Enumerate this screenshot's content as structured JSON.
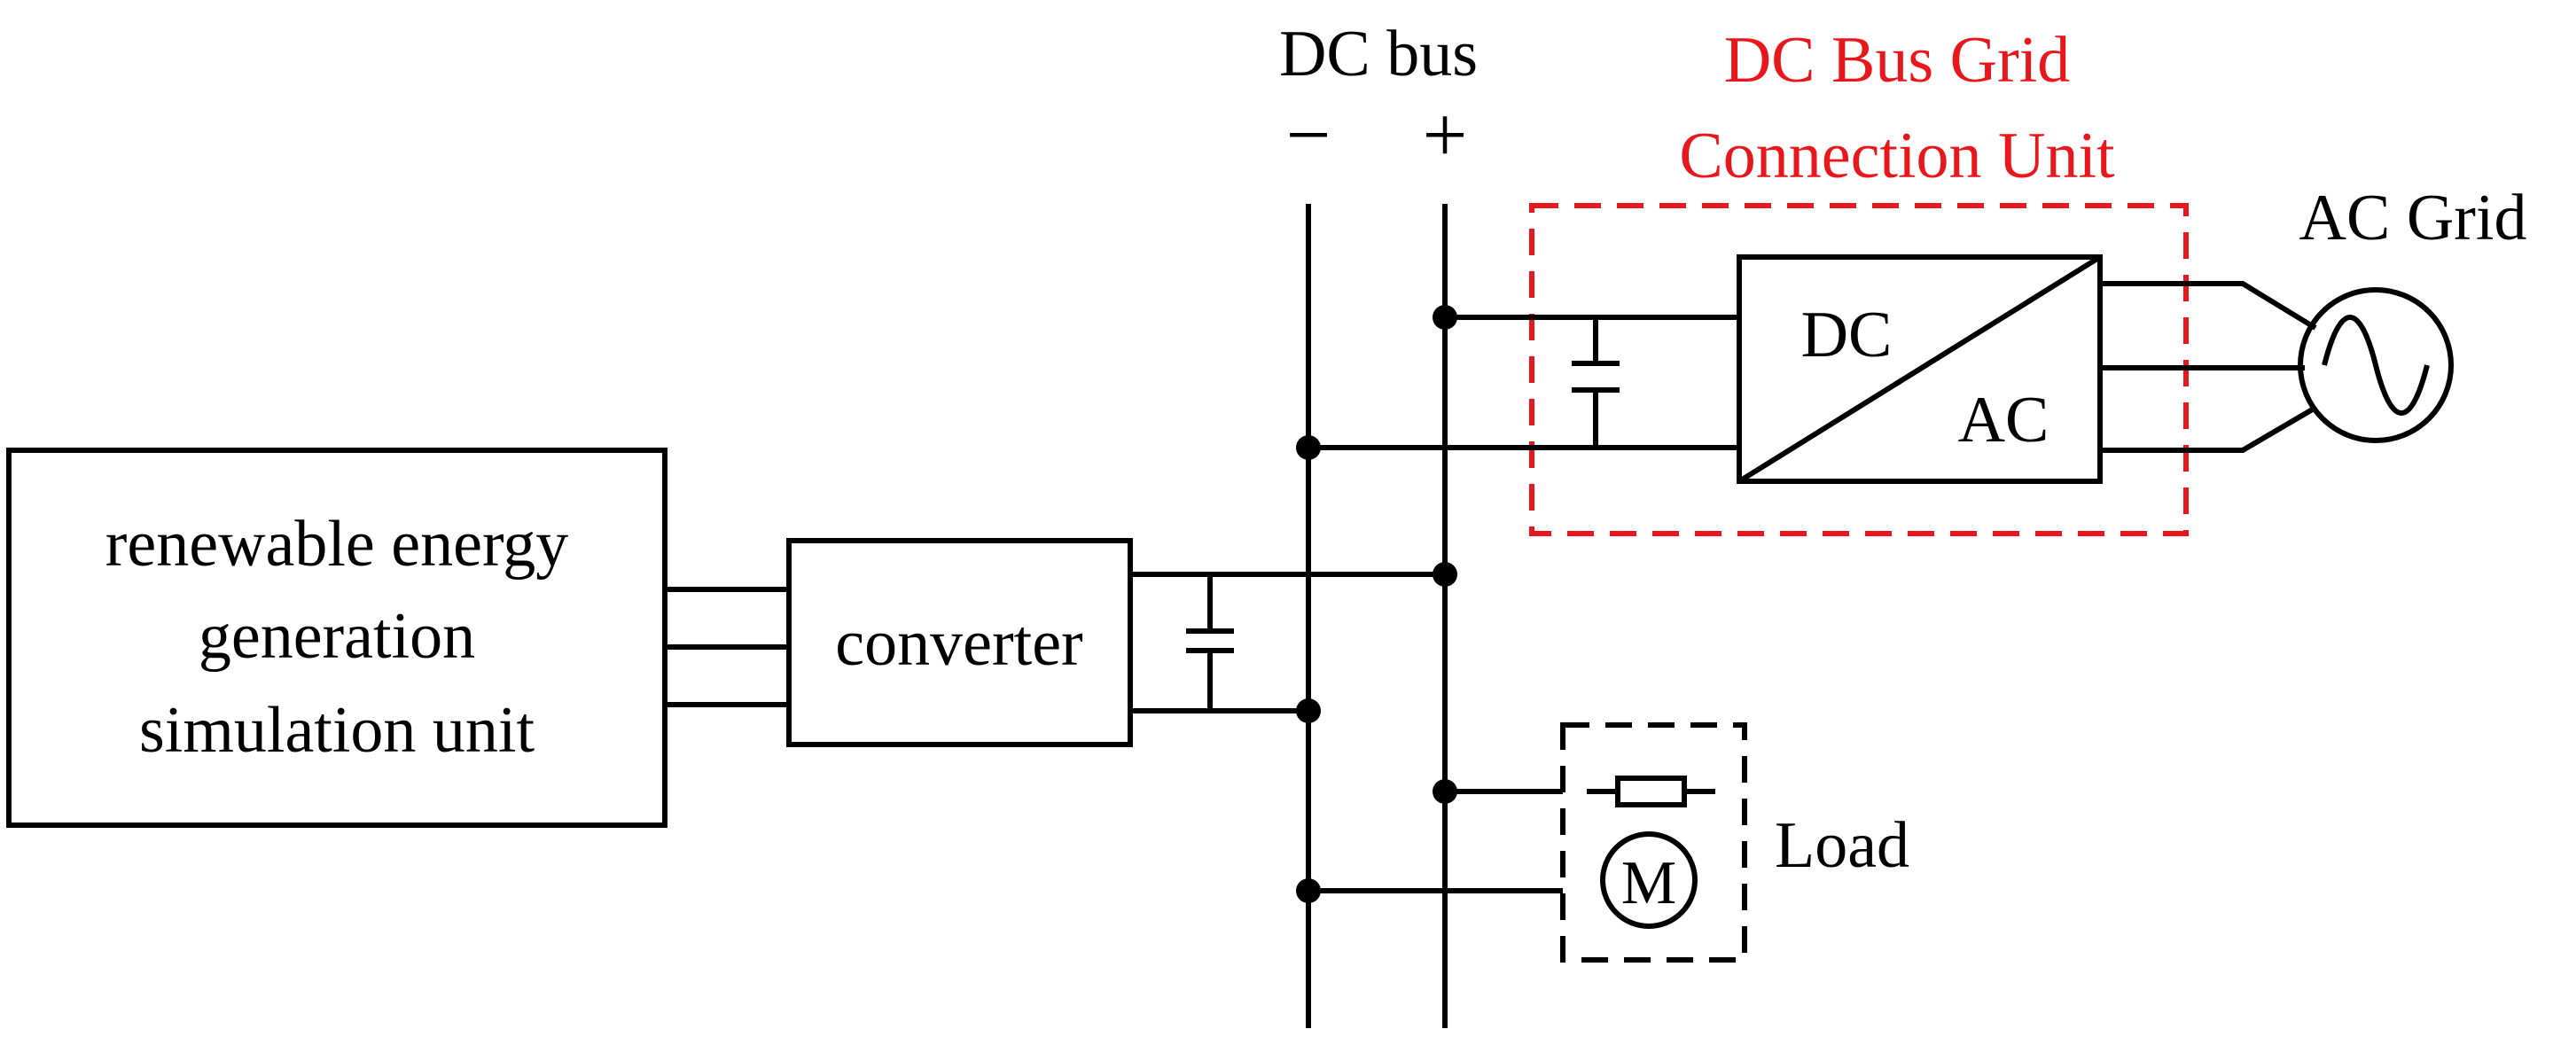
{
  "labels": {
    "dc_bus": "DC bus",
    "minus": "−",
    "plus": "+",
    "grid_unit_line1": "DC Bus Grid",
    "grid_unit_line2": "Connection Unit",
    "ac_grid": "AC Grid",
    "renewable_line1": "renewable energy",
    "renewable_line2": "generation",
    "renewable_line3": "simulation unit",
    "converter": "converter",
    "inverter_dc": "DC",
    "inverter_ac": "AC",
    "load": "Load",
    "motor": "M"
  },
  "colors": {
    "highlight": "#e8171c",
    "line": "#000000"
  }
}
